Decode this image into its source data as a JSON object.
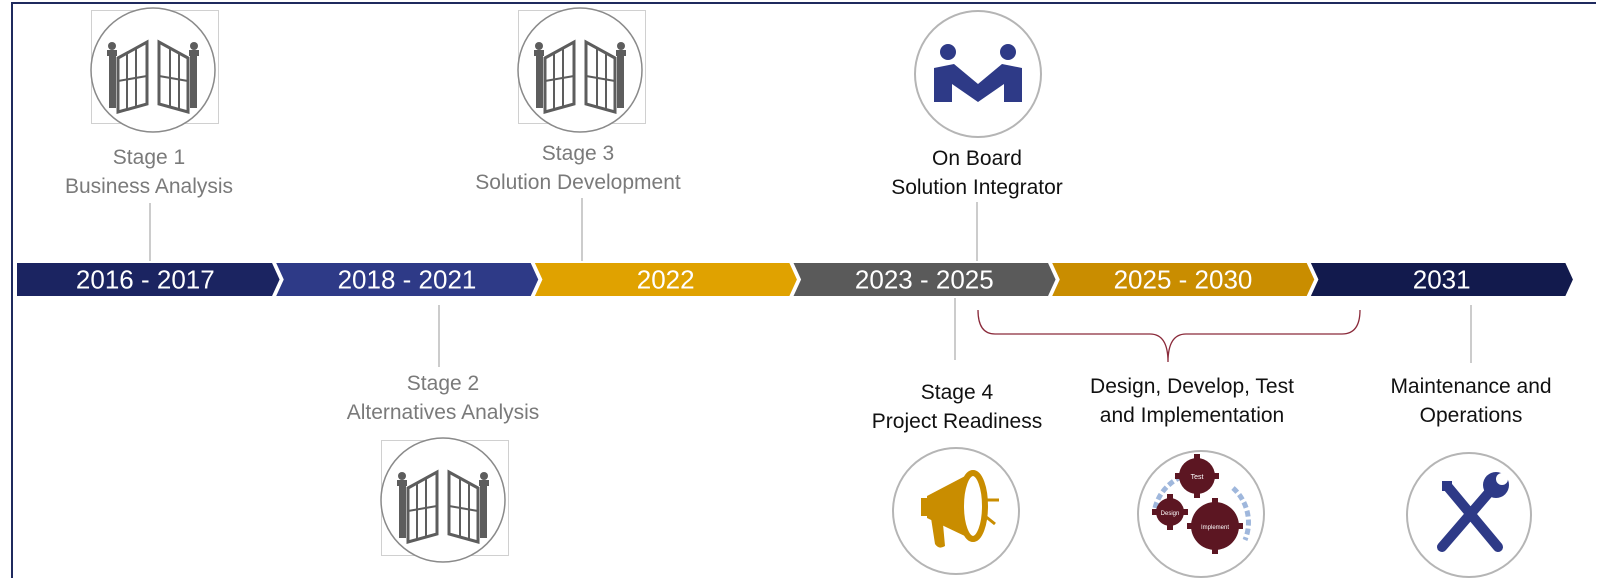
{
  "segments": [
    {
      "label": "2016 - 2017",
      "color": "#1b2461"
    },
    {
      "label": "2018 - 2021",
      "color": "#2e3a87"
    },
    {
      "label": "2022",
      "color": "#e0a200"
    },
    {
      "label": "2023 - 2025",
      "color": "#5a5a5a"
    },
    {
      "label": "2025 - 2030",
      "color": "#c98d00"
    },
    {
      "label": "2031",
      "color": "#121a4d"
    }
  ],
  "milestones": {
    "stage1": {
      "line1": "Stage 1",
      "line2": "Business Analysis",
      "icon": "gate-icon"
    },
    "stage2": {
      "line1": "Stage 2",
      "line2": "Alternatives Analysis",
      "icon": "gate-icon"
    },
    "stage3": {
      "line1": "Stage 3",
      "line2": "Solution Development",
      "icon": "gate-icon"
    },
    "onboard": {
      "line1": "On Board",
      "line2": "Solution Integrator",
      "icon": "handshake-icon"
    },
    "stage4": {
      "line1": "Stage 4",
      "line2": "Project Readiness",
      "icon": "megaphone-icon"
    },
    "design": {
      "line1": "Design, Develop, Test",
      "line2": "and Implementation",
      "icon": "gears-icon",
      "gear_labels": [
        "Test",
        "Design",
        "Implement"
      ]
    },
    "maint": {
      "line1": "Maintenance and",
      "line2": "Operations",
      "icon": "tools-icon"
    }
  },
  "colors": {
    "gray_text": "#7a7a7a",
    "navy": "#2e3a87",
    "gold": "#c98d00",
    "maroon": "#5c1622"
  }
}
